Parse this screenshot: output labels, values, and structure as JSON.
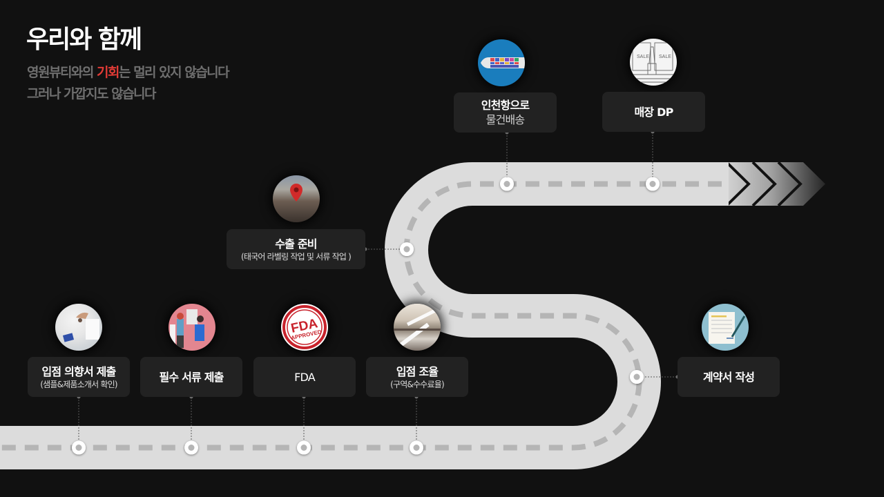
{
  "header": {
    "title": "우리와 함께",
    "subtitle_line1_pre": "영원뷰티와의 ",
    "subtitle_line1_accent": "기회",
    "subtitle_line1_post": "는 멀리 있지 않습니다",
    "subtitle_line2": "그러나 가깝지도 않습니다"
  },
  "colors": {
    "background": "#111111",
    "road": "#dcdcdc",
    "road_dash": "#b5b5b5",
    "box": "#222222",
    "accent": "#e23b36",
    "subtitle": "#6f6f6f"
  },
  "steps": [
    {
      "id": 1,
      "title": "입점 의향서 제출",
      "sub": "(샘플&제품소개서 확인)",
      "icon": "documents-desk-photo"
    },
    {
      "id": 2,
      "title": "필수 서류 제출",
      "sub": "",
      "icon": "people-carrying-papers"
    },
    {
      "id": 3,
      "title": "FDA",
      "sub": "",
      "icon": "fda-approved-stamp"
    },
    {
      "id": 4,
      "title": "입점 조율",
      "sub": "(구역&수수료율)",
      "icon": "shopping-mall-photo"
    },
    {
      "id": 5,
      "title": "계약서 작성",
      "sub": "",
      "icon": "contract-pen"
    },
    {
      "id": 6,
      "title": "수출 준비",
      "sub": "(태국어 라벨링 작업 및 서류 작업 )",
      "icon": "city-location-pin"
    },
    {
      "id": 7,
      "title": "인천항으로",
      "sub": "물건배송",
      "icon": "cargo-ship"
    },
    {
      "id": 8,
      "title": "매장 DP",
      "sub": "",
      "icon": "store-display-sketch"
    }
  ]
}
